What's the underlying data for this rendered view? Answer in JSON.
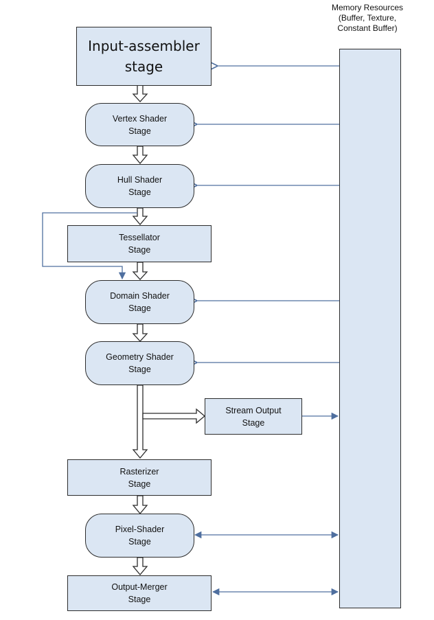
{
  "memory": {
    "title": "Memory Resources\n(Buffer, Texture,\nConstant Buffer)"
  },
  "stages": {
    "input_assembler": "Input-assembler\nstage",
    "vertex_shader": "Vertex Shader\nStage",
    "hull_shader": "Hull Shader\nStage",
    "tessellator": "Tessellator\nStage",
    "domain_shader": "Domain Shader\nStage",
    "geometry_shader": "Geometry Shader\nStage",
    "stream_output": "Stream Output\nStage",
    "rasterizer": "Rasterizer\nStage",
    "pixel_shader": "Pixel-Shader\nStage",
    "output_merger": "Output-Merger\nStage"
  },
  "colors": {
    "stage_fill": "#dbe6f3",
    "outline": "#2b2b2b",
    "memory_arrow": "#4f6f9f"
  }
}
